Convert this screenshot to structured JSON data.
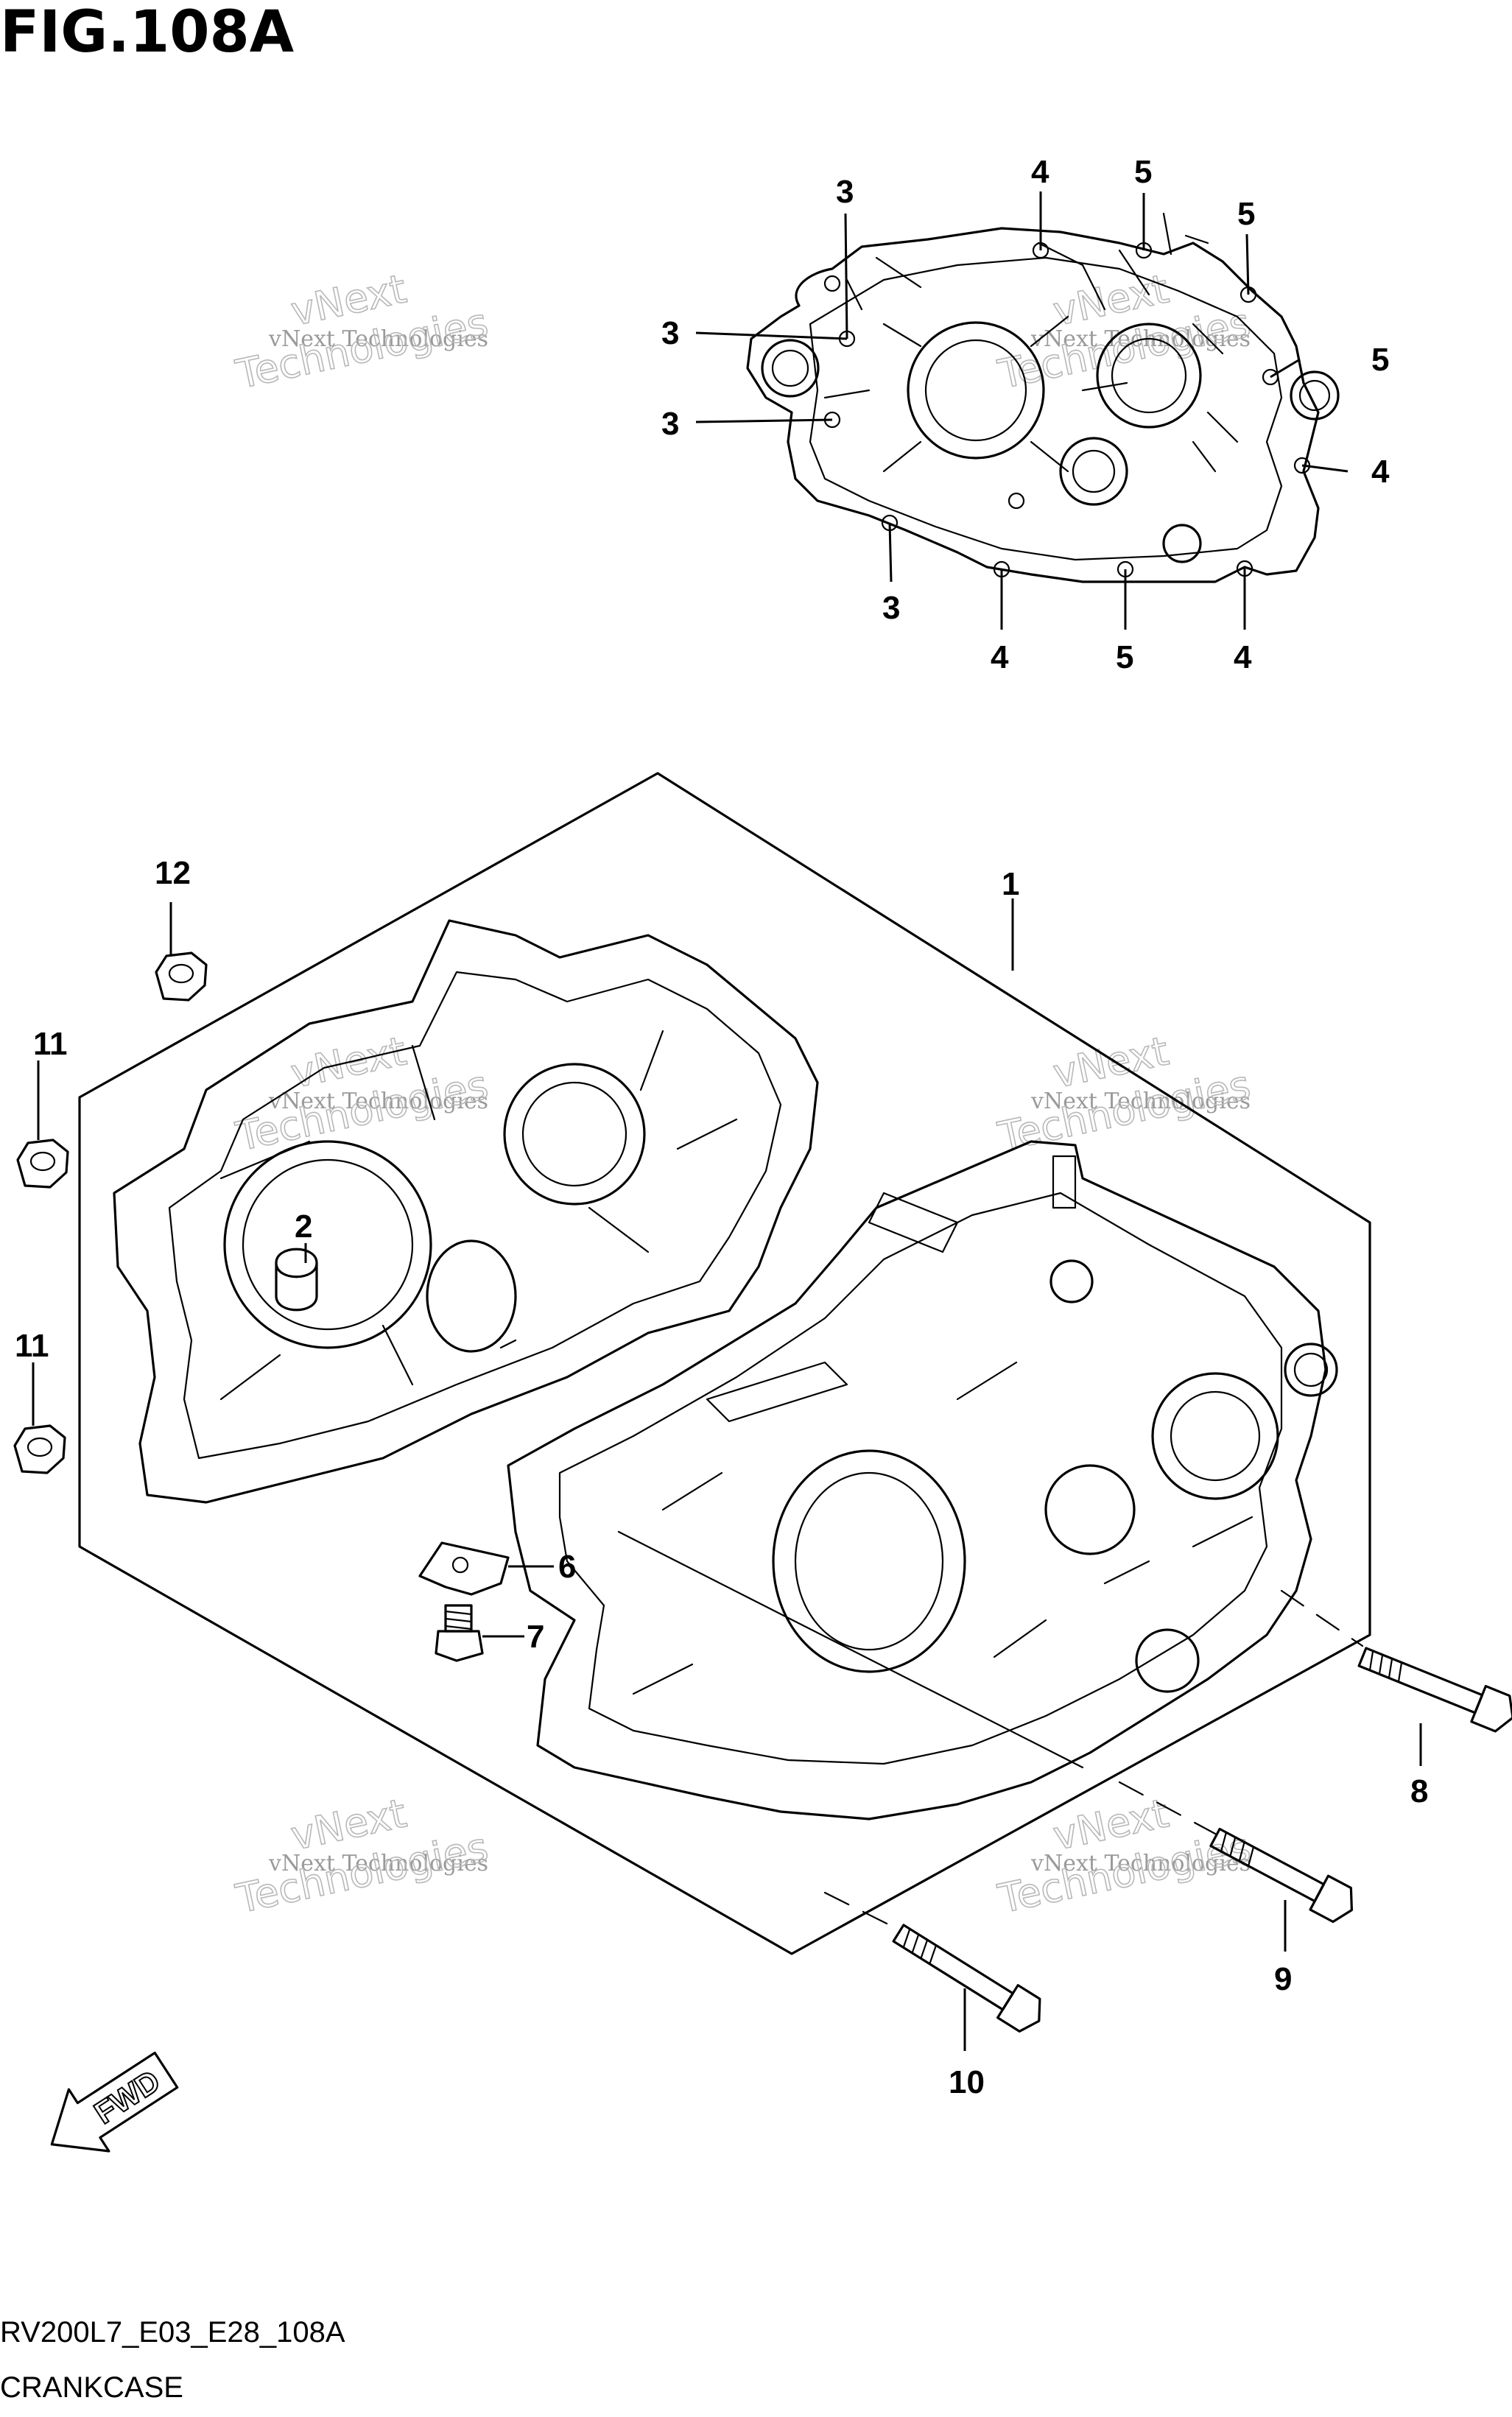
{
  "figure": {
    "title": "FIG.108A",
    "diagram_code": "RV200L7_E03_E28_108A",
    "caption": "CRANKCASE",
    "fwd_label": "FWD"
  },
  "watermark": {
    "small": "vNext Technologies",
    "big_line1": "vNext",
    "big_line2": "Technologies"
  },
  "callouts": {
    "upper_view": [
      "3",
      "3",
      "3",
      "3",
      "4",
      "5",
      "5",
      "5",
      "4",
      "4",
      "5",
      "4"
    ],
    "main_view": [
      "1",
      "2",
      "6",
      "7",
      "8",
      "9",
      "10",
      "11",
      "11",
      "12"
    ]
  }
}
